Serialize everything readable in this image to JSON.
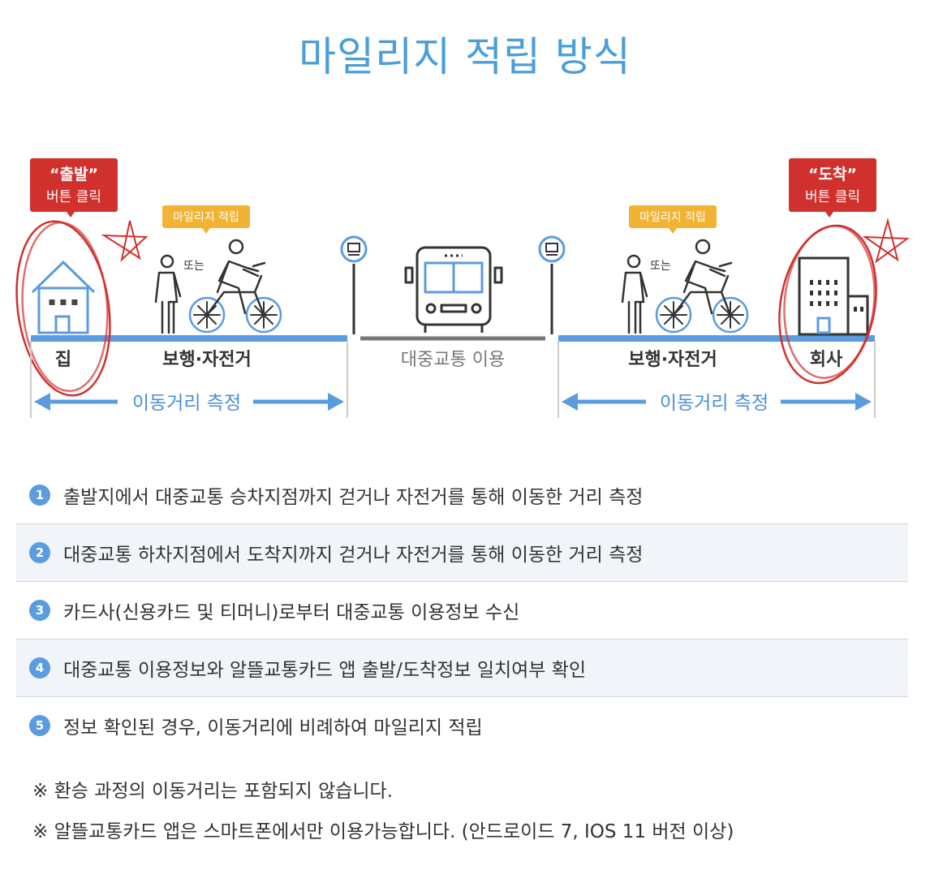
{
  "title": "마일리지 적립 방식",
  "diagram": {
    "start_bubble": {
      "line1": "“출발”",
      "line2": "버튼 클릭"
    },
    "end_bubble": {
      "line1": "“도착”",
      "line2": "버튼 클릭"
    },
    "mileage_tag_left": "마일리지 적립",
    "mileage_tag_right": "마일리지 적립",
    "or_left": "또는",
    "or_right": "또는",
    "home_label": "집",
    "walk_bike_left": "보행·자전거",
    "transit_label": "대중교통 이용",
    "walk_bike_right": "보행·자전거",
    "office_label": "회사",
    "measure_left": "이동거리 측정",
    "measure_right": "이동거리 측정"
  },
  "steps": [
    {
      "num": "1",
      "text": "출발지에서 대중교통 승차지점까지 걷거나 자전거를 통해 이동한 거리 측정"
    },
    {
      "num": "2",
      "text": "대중교통 하차지점에서 도착지까지 걷거나 자전거를 통해 이동한 거리 측정"
    },
    {
      "num": "3",
      "text": "카드사(신용카드 및 티머니)로부터 대중교통 이용정보 수신"
    },
    {
      "num": "4",
      "text": "대중교통 이용정보와 알뜰교통카드 앱 출발/도착정보 일치여부 확인"
    },
    {
      "num": "5",
      "text": "정보 확인된 경우, 이동거리에 비례하여 마일리지 적립"
    }
  ],
  "notes": [
    "※ 환승 과정의 이동거리는 포함되지 않습니다.",
    "※ 알뜰교통카드 앱은 스마트폰에서만 이용가능합니다. (안드로이드 7, IOS 11 버전 이상)"
  ],
  "colors": {
    "title": "#4a9fd8",
    "accent_blue": "#5b9be0",
    "bubble_red": "#d0312d",
    "tag_yellow": "#f2b233",
    "transit_gray": "#777777",
    "row_alt_bg": "#f1f4f9"
  }
}
